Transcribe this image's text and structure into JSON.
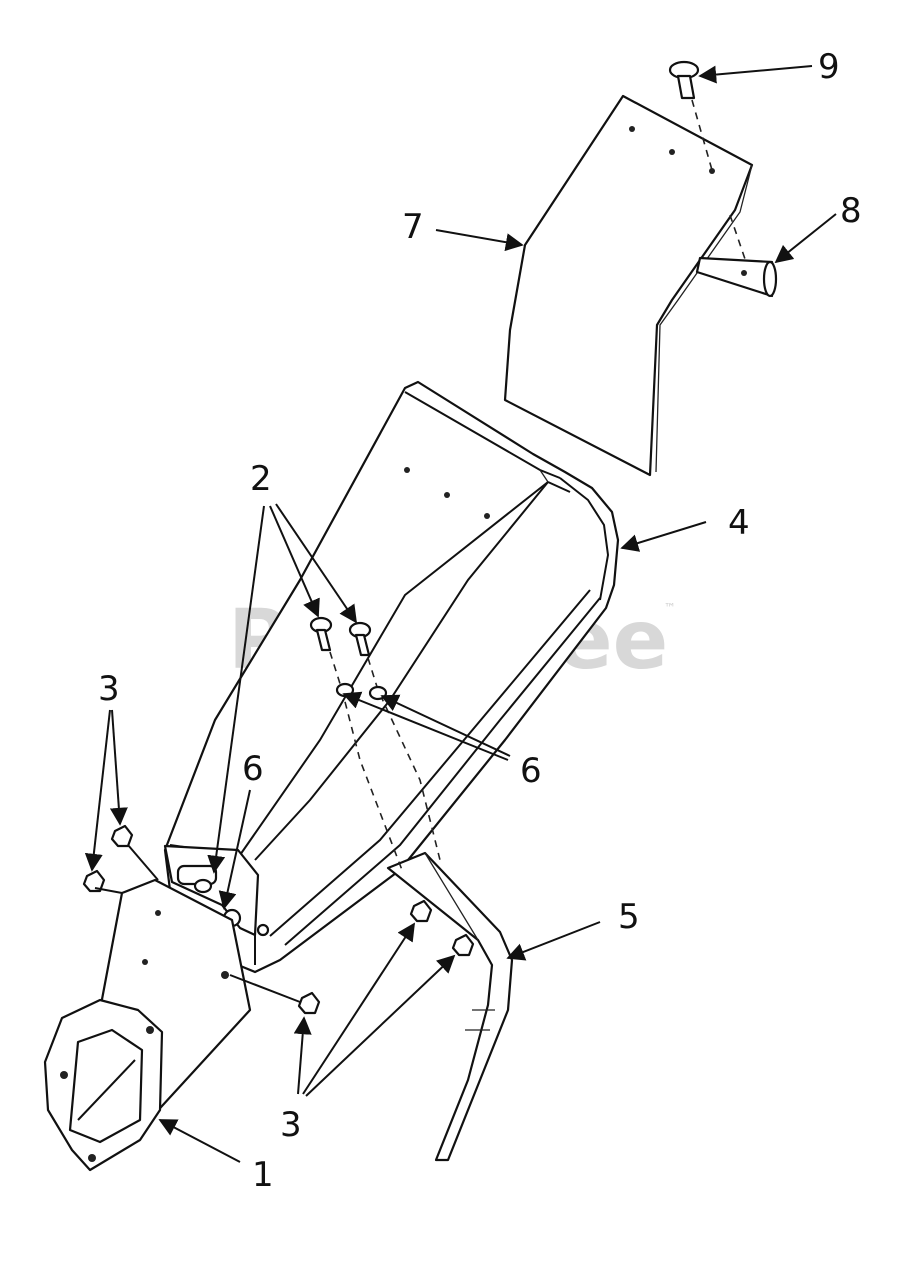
{
  "watermark": {
    "text": "PartsTree",
    "trademark": "™"
  },
  "callouts": {
    "c1": "1",
    "c2": "2",
    "c3a": "3",
    "c3b": "3",
    "c4": "4",
    "c5": "5",
    "c6a": "6",
    "c6b": "6",
    "c7": "7",
    "c8": "8",
    "c9": "9"
  },
  "colors": {
    "line": "#111111",
    "watermark": "#d8d8d8",
    "background": "#ffffff"
  }
}
